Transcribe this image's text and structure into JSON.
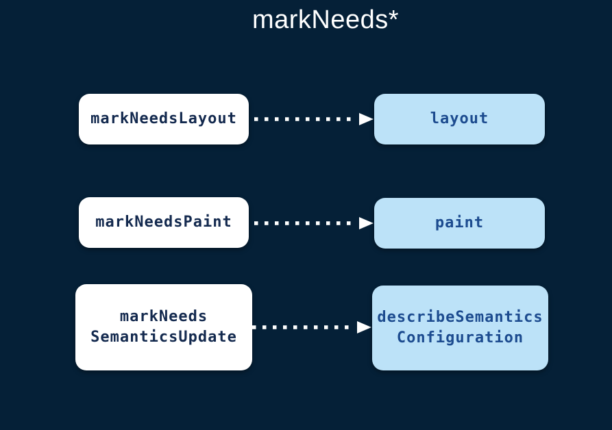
{
  "title": "markNeeds*",
  "colors": {
    "background": "#052037",
    "title_text": "#ffffff",
    "source_box_fill": "#ffffff",
    "source_box_text": "#13294e",
    "target_box_fill": "#bce2f8",
    "target_box_text": "#1c4b8f",
    "arrow": "#ffffff"
  },
  "diagram": {
    "type": "flow",
    "connector_style": "dotted-arrow",
    "rows": [
      {
        "source": "markNeedsLayout",
        "target": "layout"
      },
      {
        "source": "markNeedsPaint",
        "target": "paint"
      },
      {
        "source": "markNeeds\nSemanticsUpdate",
        "target": "describeSemantics\nConfiguration"
      }
    ]
  }
}
